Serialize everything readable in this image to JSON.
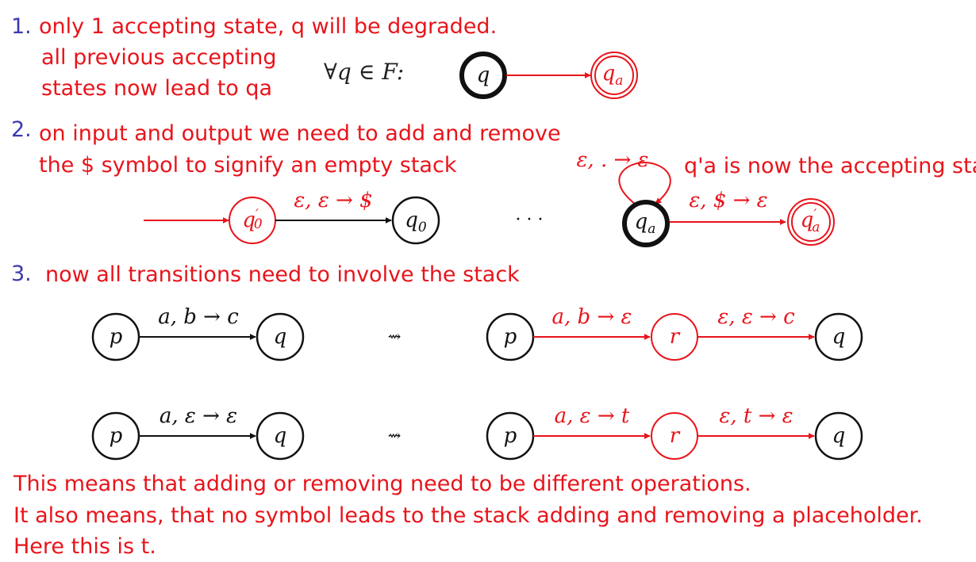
{
  "section1": {
    "number": "1.",
    "text": "only  1 accepting state, q will be degraded.",
    "sub_line1": "all previous accepting",
    "sub_line2": "states now lead to qa",
    "formula": "∀q ∈ F:",
    "from_state": "q",
    "to_state": {
      "base": "q",
      "sub": "a"
    }
  },
  "section2": {
    "number": "2.",
    "line1": "on input and output we need to add and remove",
    "line2": "the $ symbol to signify an empty stack",
    "accepting_note": "q'a is now the accepting state!",
    "states": {
      "new_start": {
        "base": "q",
        "prime": "′",
        "sub": "0"
      },
      "old_start": {
        "base": "q",
        "sub": "0"
      },
      "ellipsis": "· · ·",
      "qa": {
        "base": "q",
        "sub": "a"
      },
      "new_accept": {
        "base": "q",
        "prime": "′",
        "sub": "a"
      }
    },
    "labels": {
      "push_dollar": "ε, ε → $",
      "self_loop": "ε, . → ε",
      "pop_dollar": "ε, $ → ε"
    }
  },
  "section3": {
    "number": "3.",
    "text": "now all transitions need to involve the stack",
    "rows": [
      {
        "left": {
          "from": "p",
          "to": "q",
          "label": "a, b → c"
        },
        "arrow": "⇝",
        "right": {
          "from": "p",
          "mid": "r",
          "to": "q",
          "label1": "a, b → ε",
          "label2": "ε, ε → c"
        }
      },
      {
        "left": {
          "from": "p",
          "to": "q",
          "label": "a, ε → ε"
        },
        "arrow": "⇝",
        "right": {
          "from": "p",
          "mid": "r",
          "to": "q",
          "label1": "a, ε → t",
          "label2": "ε, t → ε"
        }
      }
    ]
  },
  "footer": {
    "line1": "This means that adding or removing need to be different operations.",
    "line2": "It also means, that no symbol leads to the stack adding and removing a placeholder.",
    "line3": "Here this is t."
  },
  "colors": {
    "red": "#e8141b",
    "black": "#111111",
    "number_blue": "#3a3ab0"
  }
}
